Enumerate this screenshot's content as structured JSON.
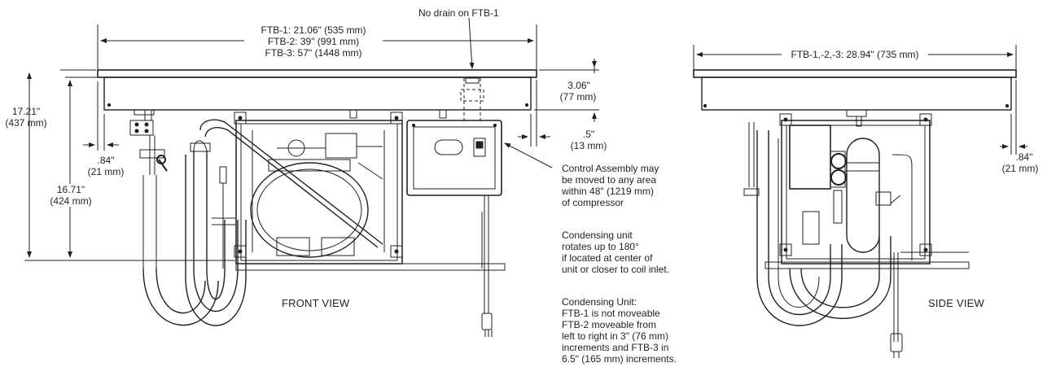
{
  "front_view": {
    "title": "FRONT VIEW",
    "width_dims": [
      "FTB-1:  21.06\" (535 mm)",
      "FTB-2:  39\" (991 mm)",
      "FTB-3:  57\" (1448 mm)"
    ],
    "drain_note": "No drain on FTB-1",
    "overall_height": [
      "17.21\"",
      "(437 mm)"
    ],
    "unit_height": [
      "16.71\"",
      "(424 mm)"
    ],
    "pan_depth": [
      "3.06\"",
      "(77 mm)"
    ],
    "offset_left": [
      ".84\"",
      "(21 mm)"
    ],
    "offset_right": [
      ".5\"",
      "(13 mm)"
    ]
  },
  "notes": {
    "control_assembly": [
      "Control Assembly may",
      "be moved to any area",
      "within 48\" (1219 mm)",
      "of compressor"
    ],
    "condensing_rotation": [
      "Condensing unit",
      "rotates up to 180°",
      "if located at center of",
      "unit or closer to coil inlet."
    ],
    "condensing_unit": [
      "Condensing Unit:",
      "FTB-1 is not moveable",
      "FTB-2 moveable from",
      "left to right in 3\" (76 mm)",
      "increments and FTB-3 in",
      "6.5\" (165 mm) increments."
    ]
  },
  "side_view": {
    "title": "SIDE VIEW",
    "width_dim": "FTB-1,-2,-3:  28.94\" (735 mm)",
    "offset": [
      ".84\"",
      "(21 mm)"
    ]
  }
}
